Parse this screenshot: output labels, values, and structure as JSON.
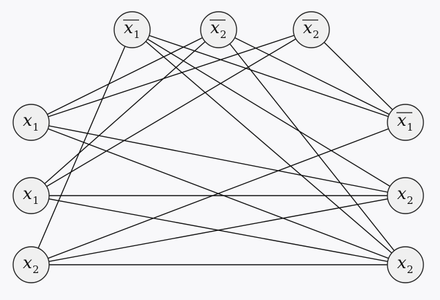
{
  "diagram": {
    "nodes": [
      {
        "id": "t1",
        "var": "x",
        "sub": "1",
        "negated": true
      },
      {
        "id": "t2",
        "var": "x",
        "sub": "2",
        "negated": true
      },
      {
        "id": "t3",
        "var": "x",
        "sub": "2",
        "negated": true
      },
      {
        "id": "l1",
        "var": "x",
        "sub": "1",
        "negated": false
      },
      {
        "id": "l2",
        "var": "x",
        "sub": "1",
        "negated": false
      },
      {
        "id": "l3",
        "var": "x",
        "sub": "2",
        "negated": false
      },
      {
        "id": "r1",
        "var": "x",
        "sub": "1",
        "negated": true
      },
      {
        "id": "r2",
        "var": "x",
        "sub": "2",
        "negated": false
      },
      {
        "id": "r3",
        "var": "x",
        "sub": "2",
        "negated": false
      }
    ],
    "edges": [
      [
        "l1",
        "t2"
      ],
      [
        "l1",
        "t3"
      ],
      [
        "l1",
        "r2"
      ],
      [
        "l1",
        "r3"
      ],
      [
        "l2",
        "t2"
      ],
      [
        "l2",
        "t3"
      ],
      [
        "l2",
        "r2"
      ],
      [
        "l2",
        "r3"
      ],
      [
        "l3",
        "t1"
      ],
      [
        "l3",
        "r1"
      ],
      [
        "l3",
        "r2"
      ],
      [
        "l3",
        "r3"
      ],
      [
        "t1",
        "r1"
      ],
      [
        "t1",
        "r2"
      ],
      [
        "t1",
        "r3"
      ],
      [
        "t2",
        "r1"
      ],
      [
        "t2",
        "r3"
      ],
      [
        "t3",
        "r1"
      ]
    ]
  }
}
